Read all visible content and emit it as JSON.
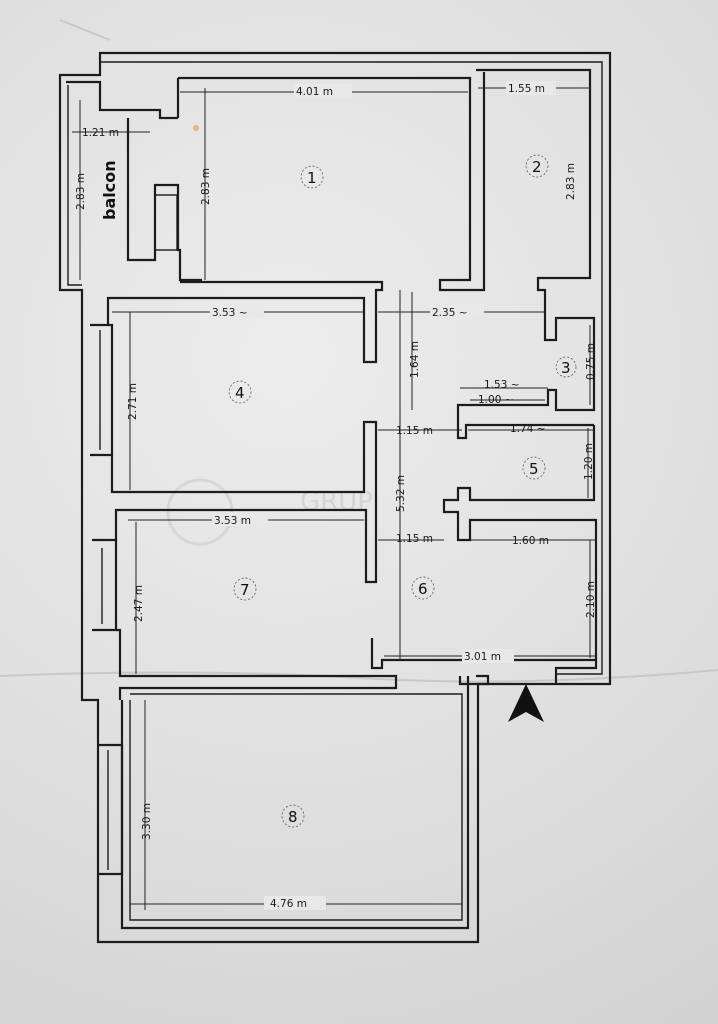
{
  "plan": {
    "balcony_label": "balcon",
    "rooms": [
      {
        "id": "1",
        "label": "1"
      },
      {
        "id": "2",
        "label": "2"
      },
      {
        "id": "3",
        "label": "3"
      },
      {
        "id": "4",
        "label": "4"
      },
      {
        "id": "5",
        "label": "5"
      },
      {
        "id": "6",
        "label": "6"
      },
      {
        "id": "7",
        "label": "7"
      },
      {
        "id": "8",
        "label": "8"
      }
    ],
    "dimensions": {
      "room1_width": "4.01 m",
      "room1_height": "2.83 m",
      "room2_width": "1.55 m",
      "room2_height": "2.83 m",
      "balcony_width": "1.21 m",
      "balcony_height": "2.83 m",
      "room4_width": "3.53 ~",
      "room4_height": "2.71 m",
      "hall_width": "2.35 ~",
      "hall_height": "1.64 m",
      "room3_width": "1.53 ~",
      "room3_width_inner": "1.00 ~",
      "room3_height": "0.75 m",
      "door_1": "1.15 m",
      "room5_width": "1.74 ~",
      "room5_height": "1.20 m",
      "room7_width": "3.53 m",
      "room7_height": "2.47 m",
      "hall_length": "5.32 m",
      "door_2": "1.15 m",
      "room6_width": "1.60 m",
      "room6_height": "2.10 m",
      "room6_bottom": "3.01 m",
      "room8_width": "4.76 m",
      "room8_height": "3.30 m"
    },
    "watermark": "GRUP",
    "north_arrow": "north-arrow-icon"
  }
}
